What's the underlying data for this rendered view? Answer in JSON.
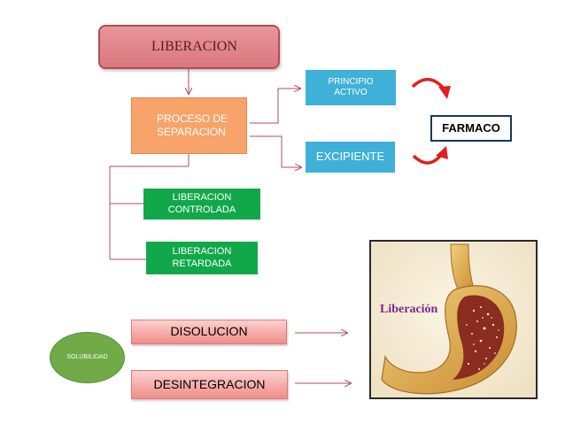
{
  "nodes": {
    "liberacion": "LIBERACION",
    "proceso_line1": "PROCESO DE",
    "proceso_line2": "SEPARACION",
    "principio_line1": "PRINCIPIO",
    "principio_line2": "ACTIVO",
    "excipiente": "EXCIPIENTE",
    "farmaco": "FARMACO",
    "controlada_line1": "LIBERACION",
    "controlada_line2": "CONTROLADA",
    "retardada_line1": "LIBERACION",
    "retardada_line2": "RETARDADA",
    "disolucion": "DISOLUCION",
    "desintegracion": "DESINTEGRACION",
    "solubilidad": "SOLUBILIDAD"
  },
  "image": {
    "label": "Liberación"
  },
  "colors": {
    "connector": "#b24d55",
    "cycle_arrow": "#e0201c",
    "primary_box": "#d9777e",
    "process_box": "#f7a36a",
    "component_box": "#3fb0d8",
    "release_box": "#11a84a",
    "solubility": "#70ab47"
  }
}
